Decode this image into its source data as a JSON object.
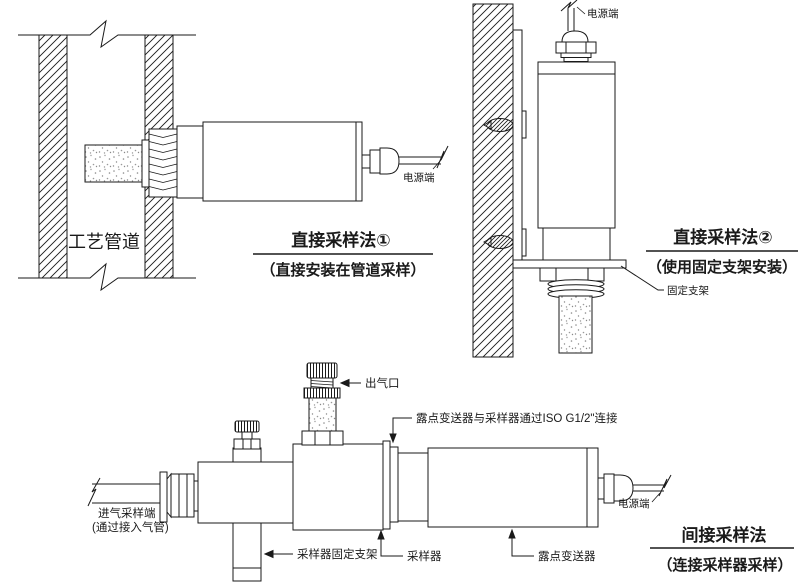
{
  "colors": {
    "line": "#1a1a1a",
    "background": "#ffffff",
    "stipple_dot": "#8a8a8a"
  },
  "method1": {
    "title": "直接采样法①",
    "subtitle": "（直接安装在管道采样）",
    "pipe_label": "工艺管道",
    "power_label": "电源端"
  },
  "method2": {
    "title": "直接采样法②",
    "subtitle": "（使用固定支架安装）",
    "power_label": "电源端",
    "bracket_label": "固定支架"
  },
  "method3": {
    "title": "间接采样法",
    "subtitle": "（连接采样器采样）",
    "outlet_label": "出气口",
    "iso_label": "露点变送器与采样器通过ISO G1/2\"连接",
    "inlet_label_line1": "进气采样端",
    "inlet_label_line2": "(通过接入气管)",
    "bracket_label": "采样器固定支架",
    "sampler_label": "采样器",
    "transmitter_label": "露点变送器",
    "power_label": "电源端"
  }
}
